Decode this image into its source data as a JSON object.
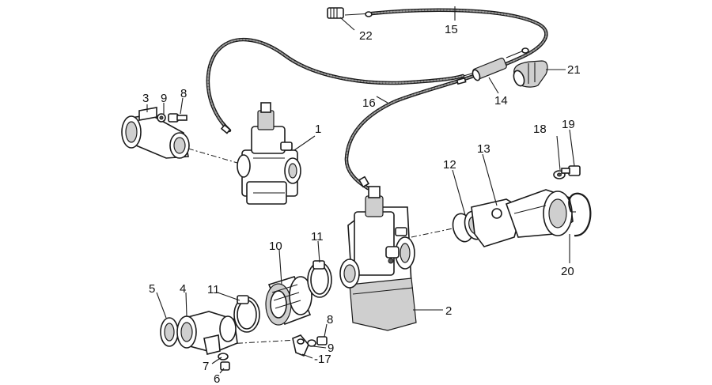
{
  "diagram": {
    "callouts": [
      {
        "id": "c22",
        "text": "22"
      },
      {
        "id": "c15",
        "text": "15"
      },
      {
        "id": "c21",
        "text": "21"
      },
      {
        "id": "c14",
        "text": "14"
      },
      {
        "id": "c16",
        "text": "16"
      },
      {
        "id": "c3",
        "text": "3"
      },
      {
        "id": "c9a",
        "text": "9"
      },
      {
        "id": "c8a",
        "text": "8"
      },
      {
        "id": "c1",
        "text": "1"
      },
      {
        "id": "c18",
        "text": "18"
      },
      {
        "id": "c19",
        "text": "19"
      },
      {
        "id": "c12",
        "text": "12"
      },
      {
        "id": "c13",
        "text": "13"
      },
      {
        "id": "c20",
        "text": "20"
      },
      {
        "id": "c10",
        "text": "10"
      },
      {
        "id": "c11a",
        "text": "11"
      },
      {
        "id": "c2",
        "text": "2"
      },
      {
        "id": "c5",
        "text": "5"
      },
      {
        "id": "c4",
        "text": "4"
      },
      {
        "id": "c11b",
        "text": "11"
      },
      {
        "id": "c8b",
        "text": "8"
      },
      {
        "id": "c9b",
        "text": "9"
      },
      {
        "id": "c17",
        "text": "-17"
      },
      {
        "id": "c7",
        "text": "7"
      },
      {
        "id": "c6",
        "text": "6"
      }
    ]
  }
}
